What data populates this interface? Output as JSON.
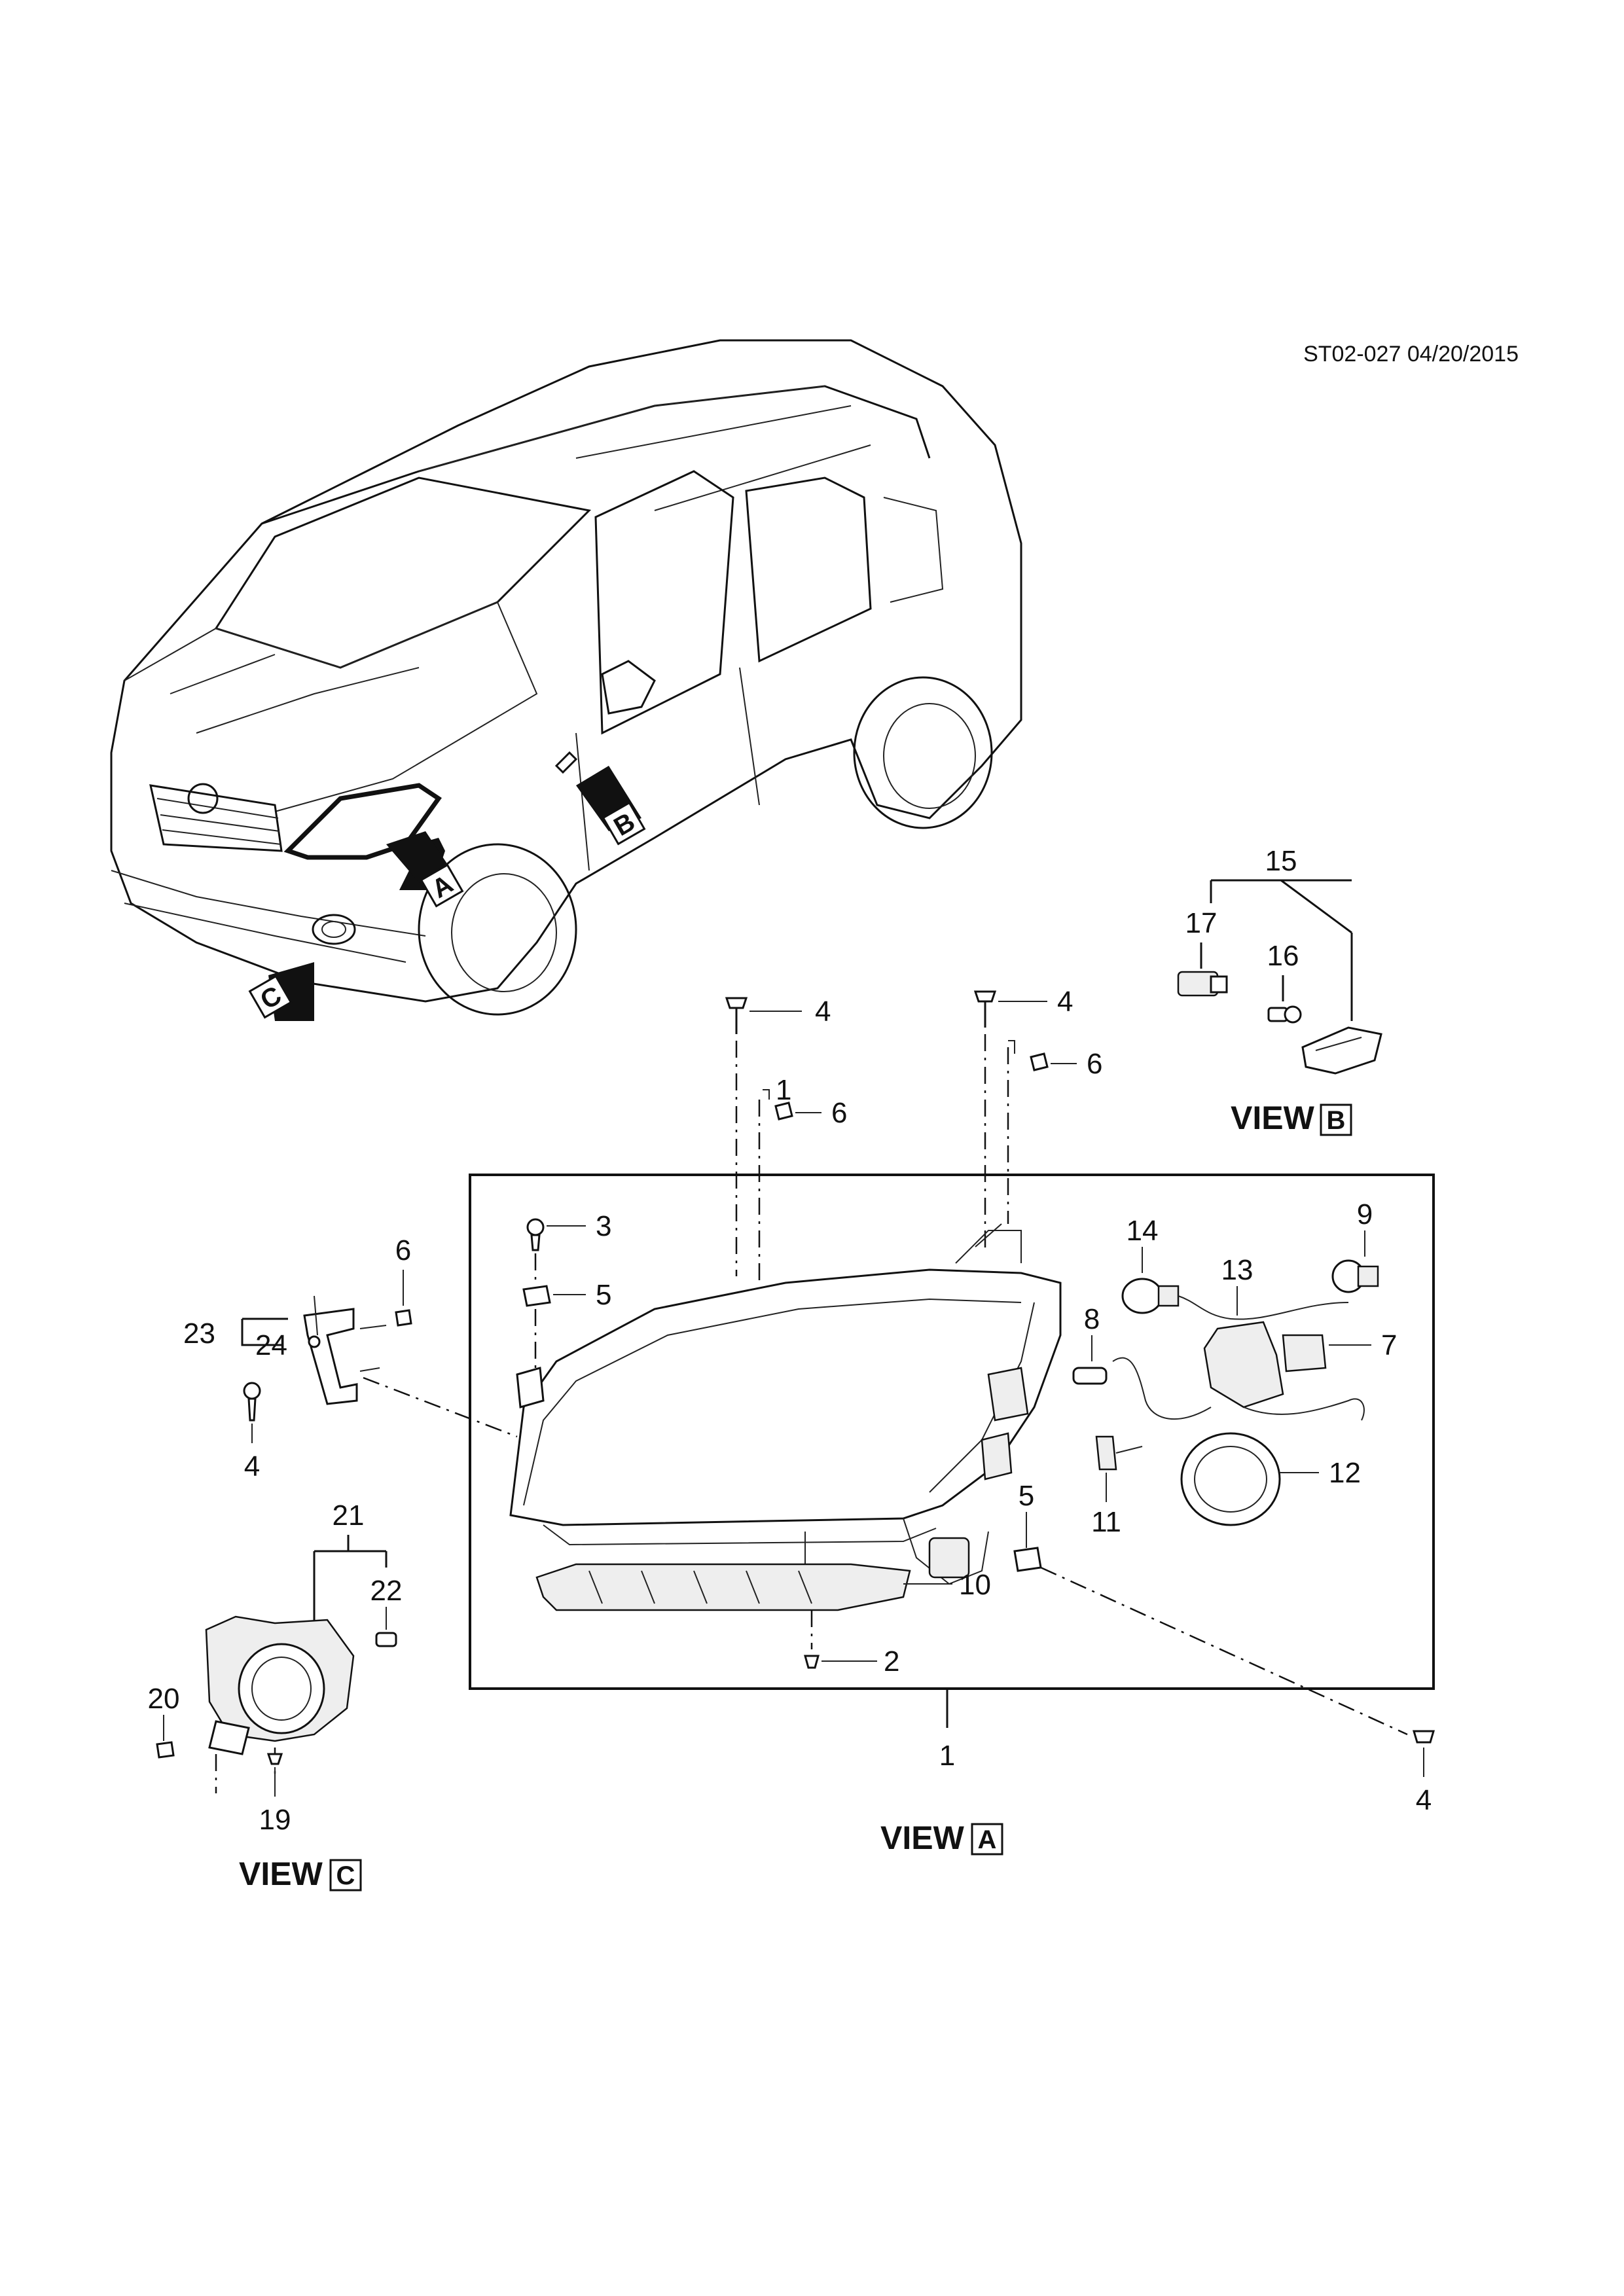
{
  "drawing_code": "ST02-027 04/20/2015",
  "callouts": {
    "c1": "1",
    "c2": "2",
    "c3": "3",
    "c4a": "4",
    "c4b": "4",
    "c4c": "4",
    "c4d": "4",
    "c5a": "5",
    "c5b": "5",
    "c6a": "6",
    "c6b": "6",
    "c6c": "6",
    "c7": "7",
    "c8": "8",
    "c9": "9",
    "c10": "10",
    "c11": "11",
    "c12": "12",
    "c13": "13",
    "c14": "14",
    "c15": "15",
    "c16": "16",
    "c17": "17",
    "c19": "19",
    "c20": "20",
    "c21": "21",
    "c22": "22",
    "c23": "23",
    "c24": "24"
  },
  "views": {
    "a": {
      "label": "VIEW",
      "letter": "A"
    },
    "b": {
      "label": "VIEW",
      "letter": "B"
    },
    "c": {
      "label": "VIEW",
      "letter": "C"
    }
  },
  "car_markers": {
    "a": "A",
    "b": "B",
    "c": "C"
  },
  "small_ticks": {
    "t1": "1"
  }
}
